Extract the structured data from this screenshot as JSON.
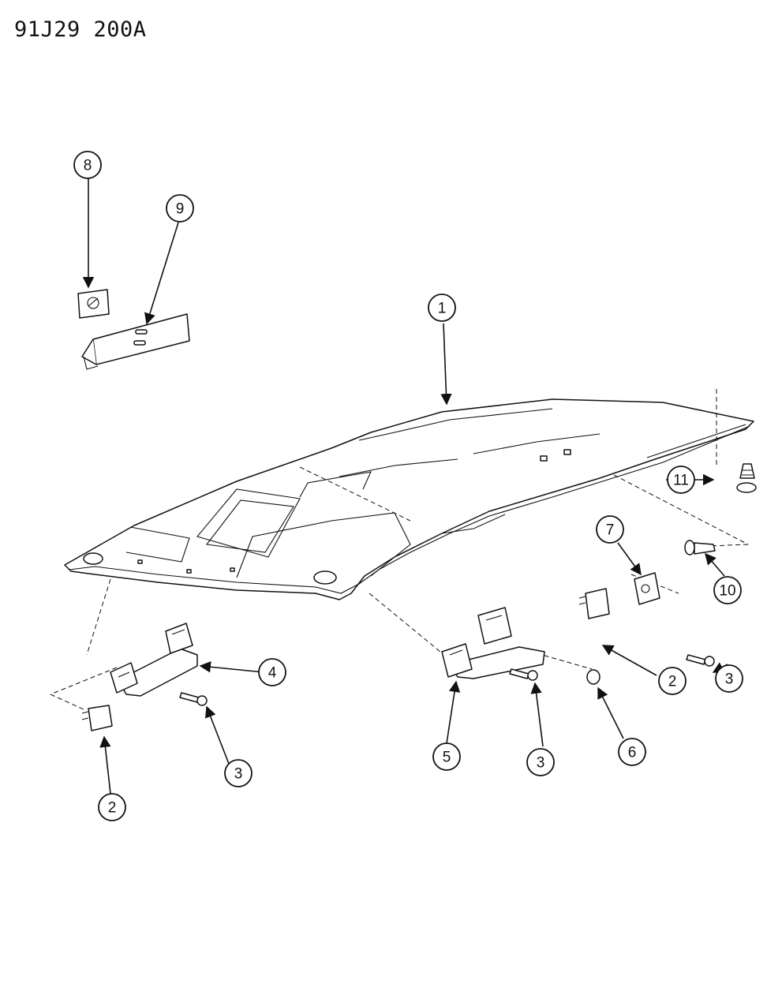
{
  "drawing_number": "91J29  200A",
  "callouts": [
    {
      "id": "c1",
      "label": "1"
    },
    {
      "id": "c2a",
      "label": "2"
    },
    {
      "id": "c2b",
      "label": "2"
    },
    {
      "id": "c3a",
      "label": "3"
    },
    {
      "id": "c3b",
      "label": "3"
    },
    {
      "id": "c3c",
      "label": "3"
    },
    {
      "id": "c4",
      "label": "4"
    },
    {
      "id": "c5",
      "label": "5"
    },
    {
      "id": "c6",
      "label": "6"
    },
    {
      "id": "c7",
      "label": "7"
    },
    {
      "id": "c8",
      "label": "8"
    },
    {
      "id": "c9",
      "label": "9"
    },
    {
      "id": "c10",
      "label": "10"
    },
    {
      "id": "c11",
      "label": "11"
    }
  ]
}
